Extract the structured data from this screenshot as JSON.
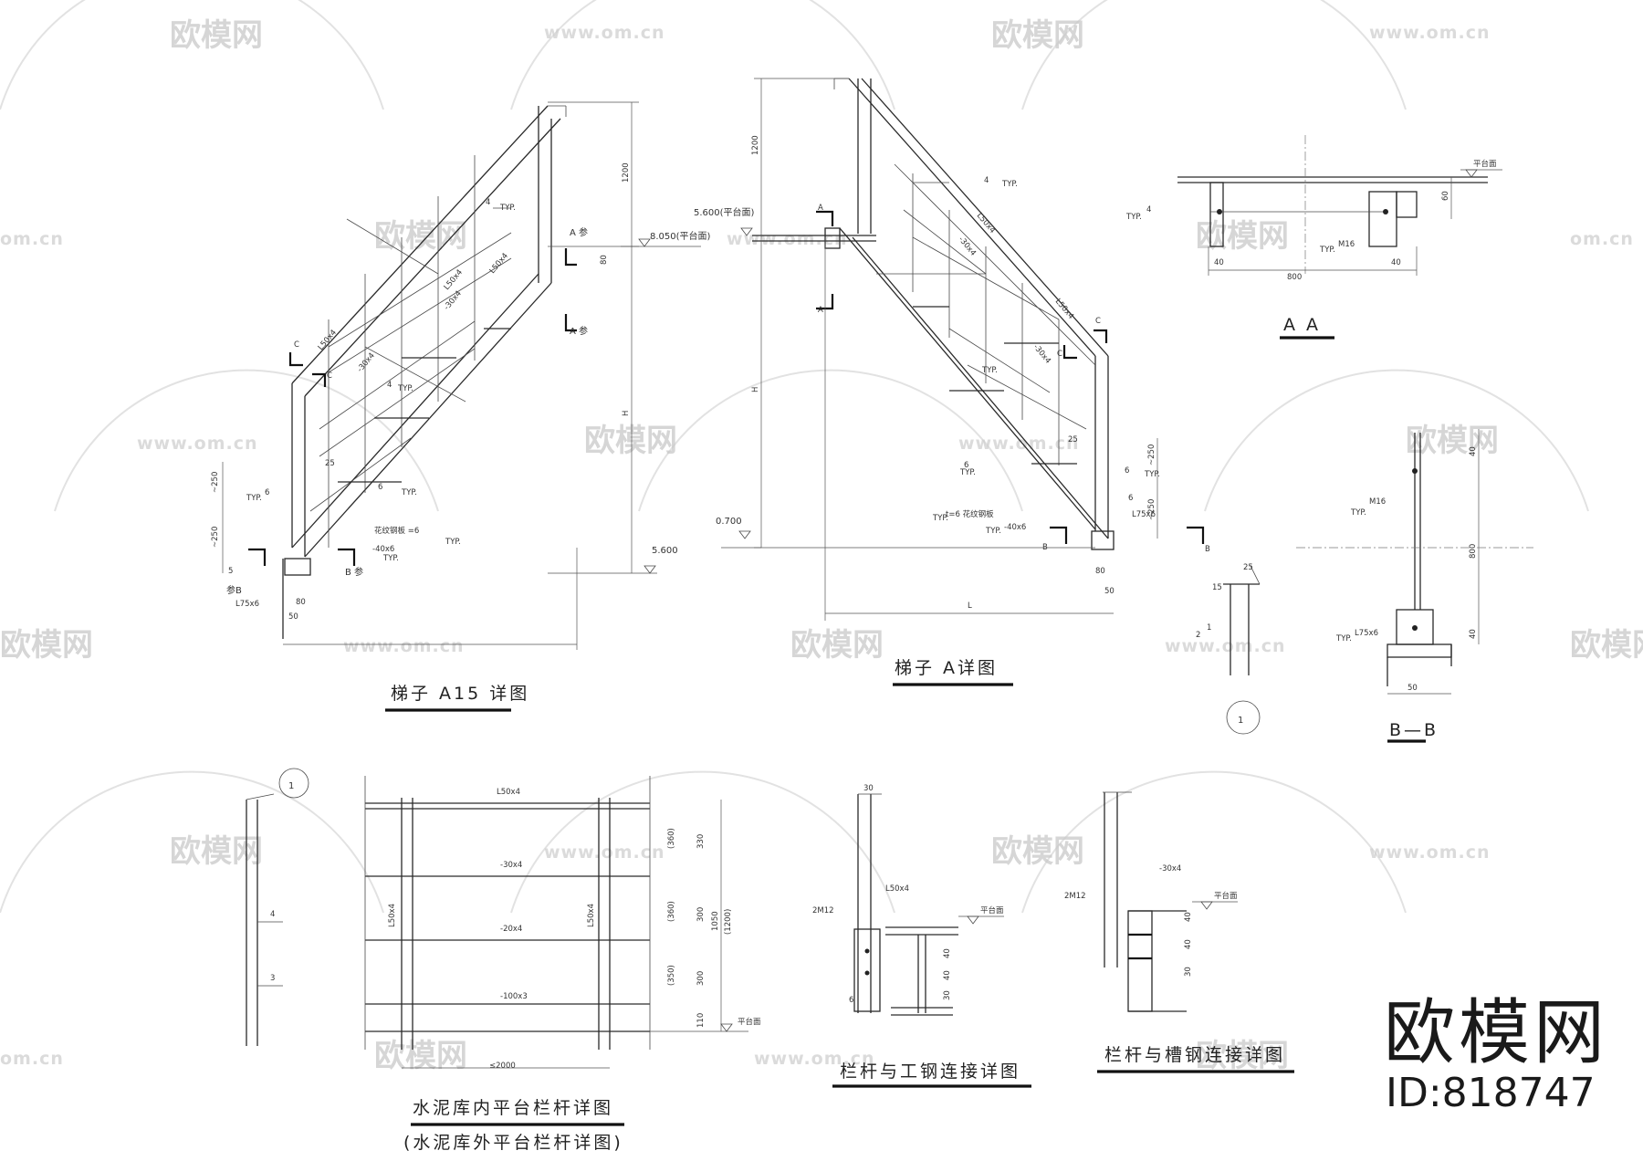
{
  "watermark": {
    "brand": "欧模网",
    "url": "www.om.cn",
    "url_short": "om.cn"
  },
  "logo": {
    "brand": "欧模网",
    "id_text": "ID:818747"
  },
  "titles": {
    "ladder_a15": "梯子 A15 详图",
    "ladder_a": "梯子    A详图",
    "section_aa": "A  A",
    "section_bb": "B—B",
    "railing_inner": "水泥库内平台栏杆详图",
    "railing_outer": "(水泥库外平台栏杆详图)",
    "railing_ibeam": "栏杆与工钢连接详图",
    "railing_channel": "栏杆与槽钢连接详图"
  },
  "detail_marker": "1",
  "labels": {
    "l_8050": "8.050(平台面)",
    "l_5600": "5.600",
    "l_5600_platform": "5.600(平台面)",
    "l_0700": "0.700",
    "a_ref": "A 参",
    "b_ref": "B 参",
    "ref_b": "参B",
    "l50x4": "L50x4",
    "flat30x4": "-30x4",
    "flat20x4": "-20x4",
    "flat100x3": "-100x3",
    "flat40x6": "-40x6",
    "l75x6": "L75x6",
    "checker": "花纹钢板 =6",
    "checker2": "t=6 花纹钢板",
    "typ": "TYP.",
    "m16": "M16",
    "m2m12": "2M12",
    "platform": "平台面",
    "c": "C",
    "h": "H",
    "l": "L",
    "a": "A",
    "b": "B",
    "d1200": "1200",
    "d250": "~250",
    "d80": "80",
    "d50": "50",
    "d25": "25",
    "d6": "6",
    "d5": "5",
    "d4": "4",
    "d40": "40",
    "d30": "30",
    "d60": "60",
    "d330": "330",
    "d300": "300",
    "d110": "110",
    "d1050": "1050",
    "d1200p": "(1200)",
    "d360": "(360)",
    "d350": "(350)",
    "d800": "800",
    "d2000": "≤2000",
    "d15": "15",
    "d2": "2",
    "d1": "1",
    "d3": "3"
  }
}
